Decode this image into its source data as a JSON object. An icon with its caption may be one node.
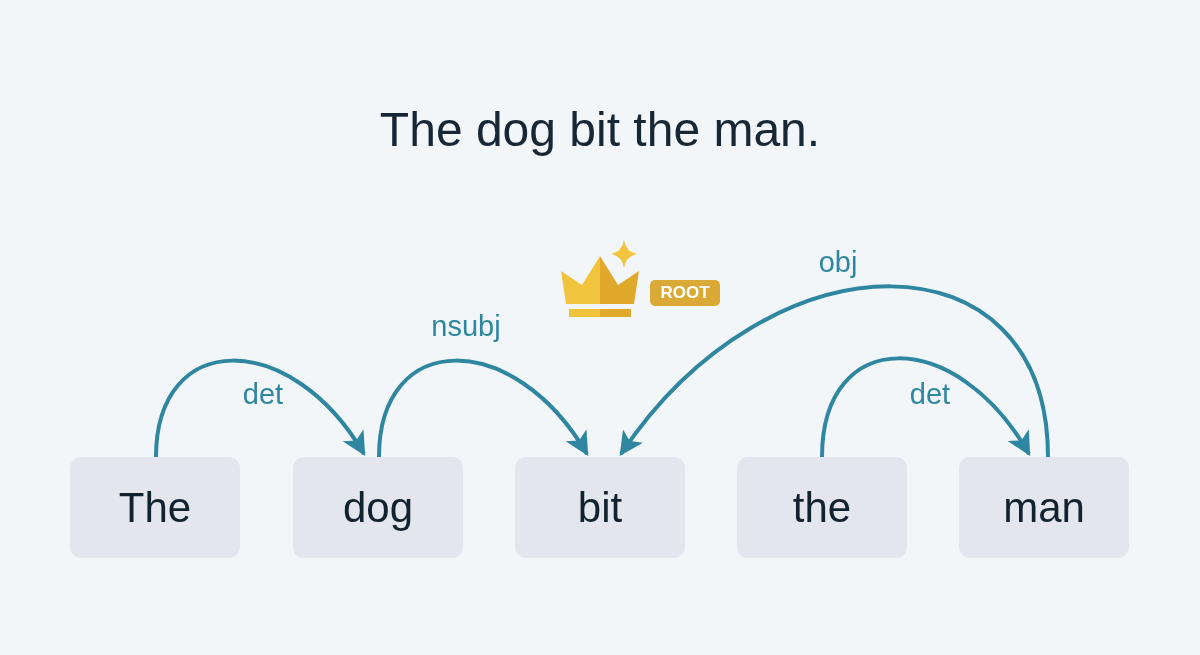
{
  "diagram": {
    "title": "The dog bit the man.",
    "nodes": [
      {
        "text": [
          "ROOT"
        ]
      },
      {
        "text": [
          "The"
        ]
      },
      {
        "text": [
          "dog"
        ]
      },
      {
        "text": [
          "bit"
        ]
      },
      {
        "text": [
          "the"
        ]
      },
      {
        "text": [
          "man"
        ]
      }
    ],
    "edges": [
      {
        "from": 1,
        "to": 2,
        "arrow": "to",
        "label": "det"
      },
      {
        "from": 2,
        "to": 3,
        "arrow": "to",
        "label": "nsubj"
      },
      {
        "from": 5,
        "to": 3,
        "arrow": "to",
        "label": "obj"
      },
      {
        "from": 4,
        "to": 5,
        "arrow": "to",
        "label": "det"
      }
    ]
  }
}
